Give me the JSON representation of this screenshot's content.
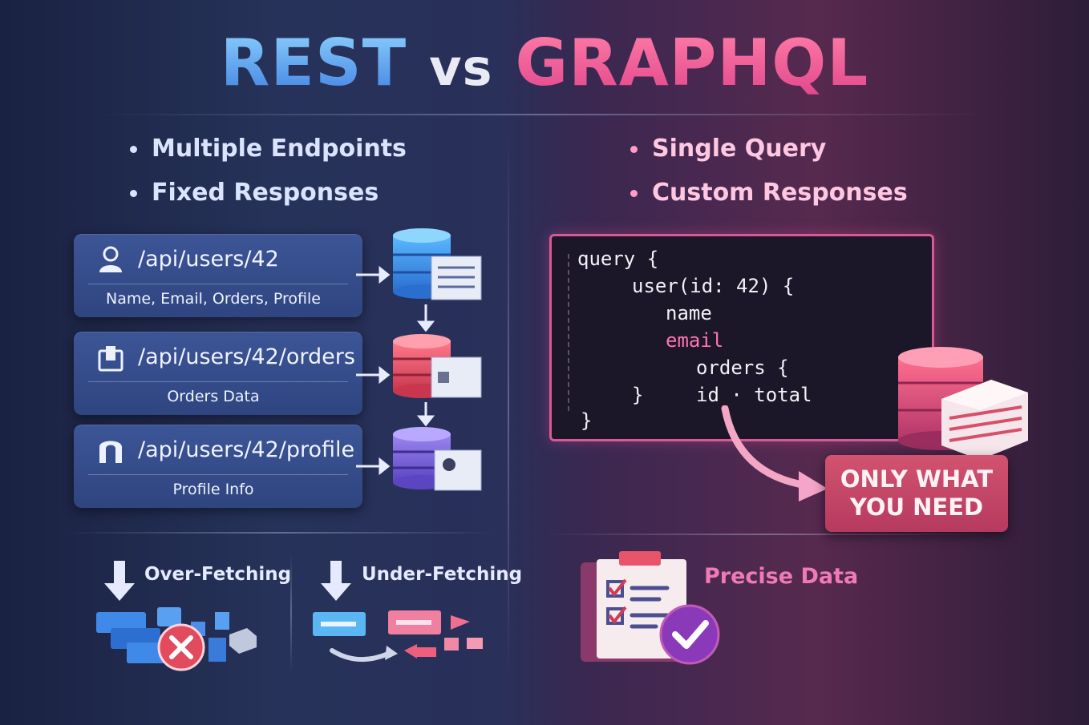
{
  "title": {
    "rest": "REST",
    "vs": "vs",
    "graphql": "GRAPHQL"
  },
  "rest": {
    "bullets": [
      "Multiple Endpoints",
      "Fixed Responses"
    ],
    "endpoints": [
      {
        "path": "/api/users/42",
        "description": "Name, Email, Orders, Profile",
        "icon": "user-icon"
      },
      {
        "path": "/api/users/42/orders",
        "description": "Orders Data",
        "icon": "bag-icon"
      },
      {
        "path": "/api/users/42/profile",
        "description": "Profile Info",
        "icon": "profile-icon"
      }
    ],
    "problems": [
      "Over-Fetching",
      "Under-Fetching"
    ]
  },
  "graphql": {
    "bullets": [
      "Single Query",
      "Custom Responses"
    ],
    "code_lines": [
      "query {",
      "user(id: 42) {",
      "name",
      "email",
      "orders {",
      "}",
      "id · total",
      "}"
    ],
    "badge": [
      "ONLY WHAT",
      "YOU NEED"
    ],
    "benefit": "Precise Data"
  },
  "colors": {
    "rest_accent": "#3f7fe0",
    "graphql_accent": "#e1458a",
    "badge": "#c7466a"
  }
}
